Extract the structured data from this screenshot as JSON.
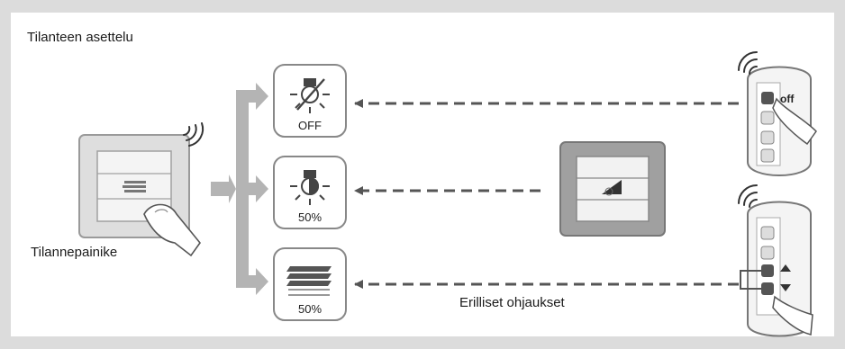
{
  "title": "Tilanteen asettelu",
  "scene_button_label": "Tilannepainike",
  "separate_controls_label": "Erilliset ohjaukset",
  "tiles": [
    {
      "icon": "lamp-off-icon",
      "label": "OFF"
    },
    {
      "icon": "lamp-dimmed-icon",
      "label": "50%"
    },
    {
      "icon": "blinds-icon",
      "label": "50%"
    }
  ],
  "remote_button_text": "off",
  "colors": {
    "background": "#dcdcdc",
    "panel": "#ffffff",
    "arrow": "#b4b4b4",
    "dash": "#555555"
  }
}
